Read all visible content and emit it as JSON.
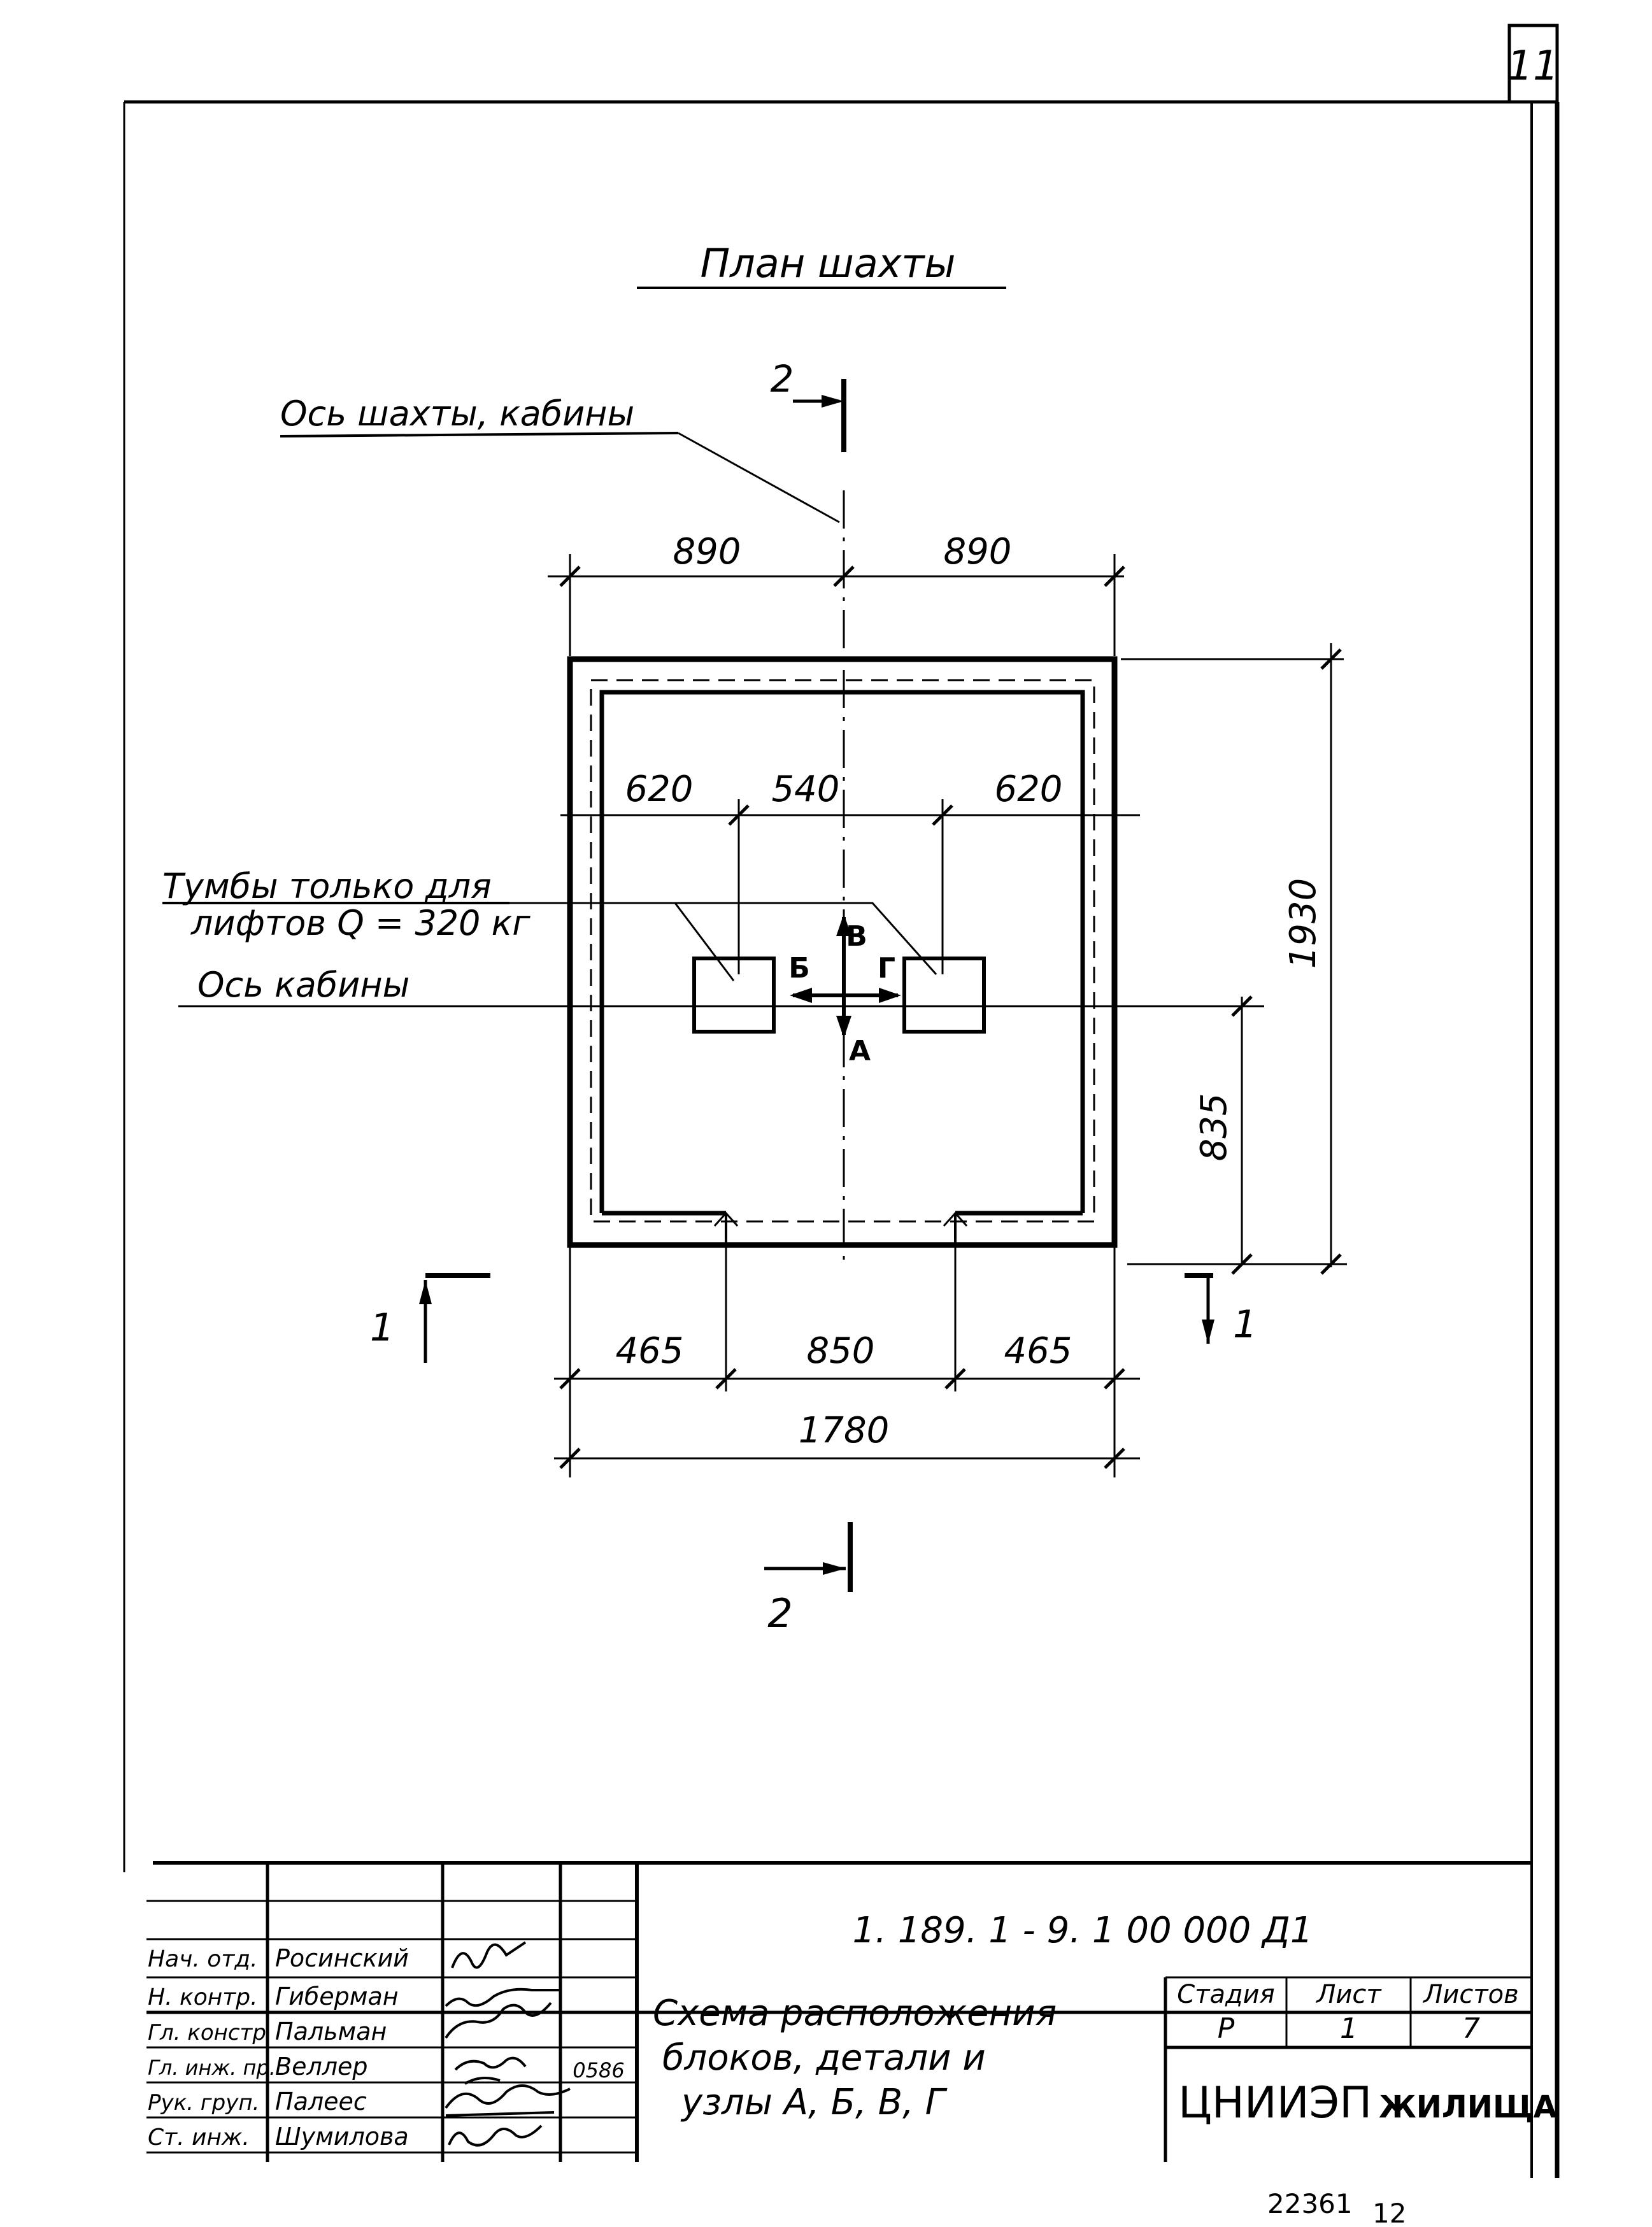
{
  "sheet": {
    "corner_number": "11",
    "footer_number": "22361",
    "footer_page": "12"
  },
  "drawing": {
    "title": "План шахты",
    "axis_label": "Ось шахты, кабины",
    "cabin_axis_label": "Ось кабины",
    "pedestal_note_line1": "Тумбы только для",
    "pedestal_note_line2": "лифтов  Q = 320 кг",
    "section_2_mark": "2",
    "section_1_mark": "1",
    "node_labels": {
      "A": "А",
      "B": "Б",
      "V": "В",
      "G": "Г"
    },
    "dimensions": {
      "top_left": "890",
      "top_right": "890",
      "inner_left": "620",
      "inner_center": "540",
      "inner_right": "620",
      "height_total": "1930",
      "height_axis": "835",
      "bottom_left": "465",
      "bottom_center": "850",
      "bottom_right": "465",
      "bottom_total": "1780"
    }
  },
  "title_block": {
    "document_code": "1. 189. 1 - 9. 1   00 000  Д1",
    "description_line1": "Схема расположения",
    "description_line2": "блоков, детали и",
    "description_line3": "узлы  А, Б, В, Г",
    "stage_header": "Стадия",
    "sheet_header": "Лист",
    "sheets_header": "Листов",
    "stage_value": "Р",
    "sheet_value": "1",
    "sheets_value": "7",
    "organization_part1": "ЦНИИЭП",
    "organization_part2": "ЖИЛИЩА",
    "extra_number": "0586",
    "staff": [
      {
        "role": "Нач. отд.",
        "name": "Росинский"
      },
      {
        "role": "Н. контр.",
        "name": "Гиберман"
      },
      {
        "role": "Гл. констр",
        "name": "Пальман"
      },
      {
        "role": "Гл. инж. пр.",
        "name": "Веллер"
      },
      {
        "role": "Рук. груп.",
        "name": "Палеес"
      },
      {
        "role": "Ст. инж.",
        "name": "Шумилова"
      }
    ]
  }
}
